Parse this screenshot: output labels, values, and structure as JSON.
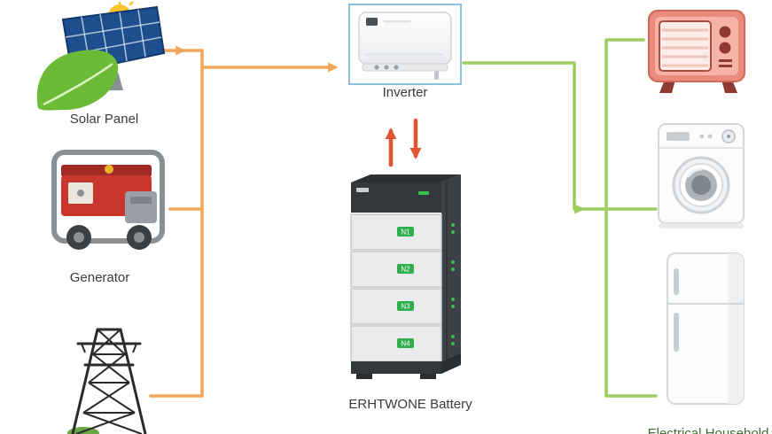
{
  "canvas": {
    "background": "#ffffff"
  },
  "labels": {
    "solar": "Solar Panel",
    "generator": "Generator",
    "inverter": "Inverter",
    "battery": "ERHTWONE Battery",
    "appliances": "Electrical Household"
  },
  "battery": {
    "modules": [
      "N1",
      "N2",
      "N3",
      "N4"
    ]
  },
  "icons": {
    "sources": [
      "solar-panel-icon",
      "generator-icon",
      "power-grid-tower-icon"
    ],
    "center": [
      "inverter-icon",
      "battery-stack-icon"
    ],
    "loads": [
      "tv-icon",
      "washing-machine-icon",
      "refrigerator-icon"
    ],
    "arrows": [
      "orange-source-flow",
      "green-load-flow",
      "red-exchange-arrows"
    ]
  },
  "colors": {
    "source_flow": "#f0a55a",
    "load_flow": "#9ccd5e",
    "exchange": "#e2552f",
    "inverter_highlight_border": "#8fc0e0",
    "battery_badge": "#2fae4c",
    "label_text": "#3b3b3b"
  }
}
